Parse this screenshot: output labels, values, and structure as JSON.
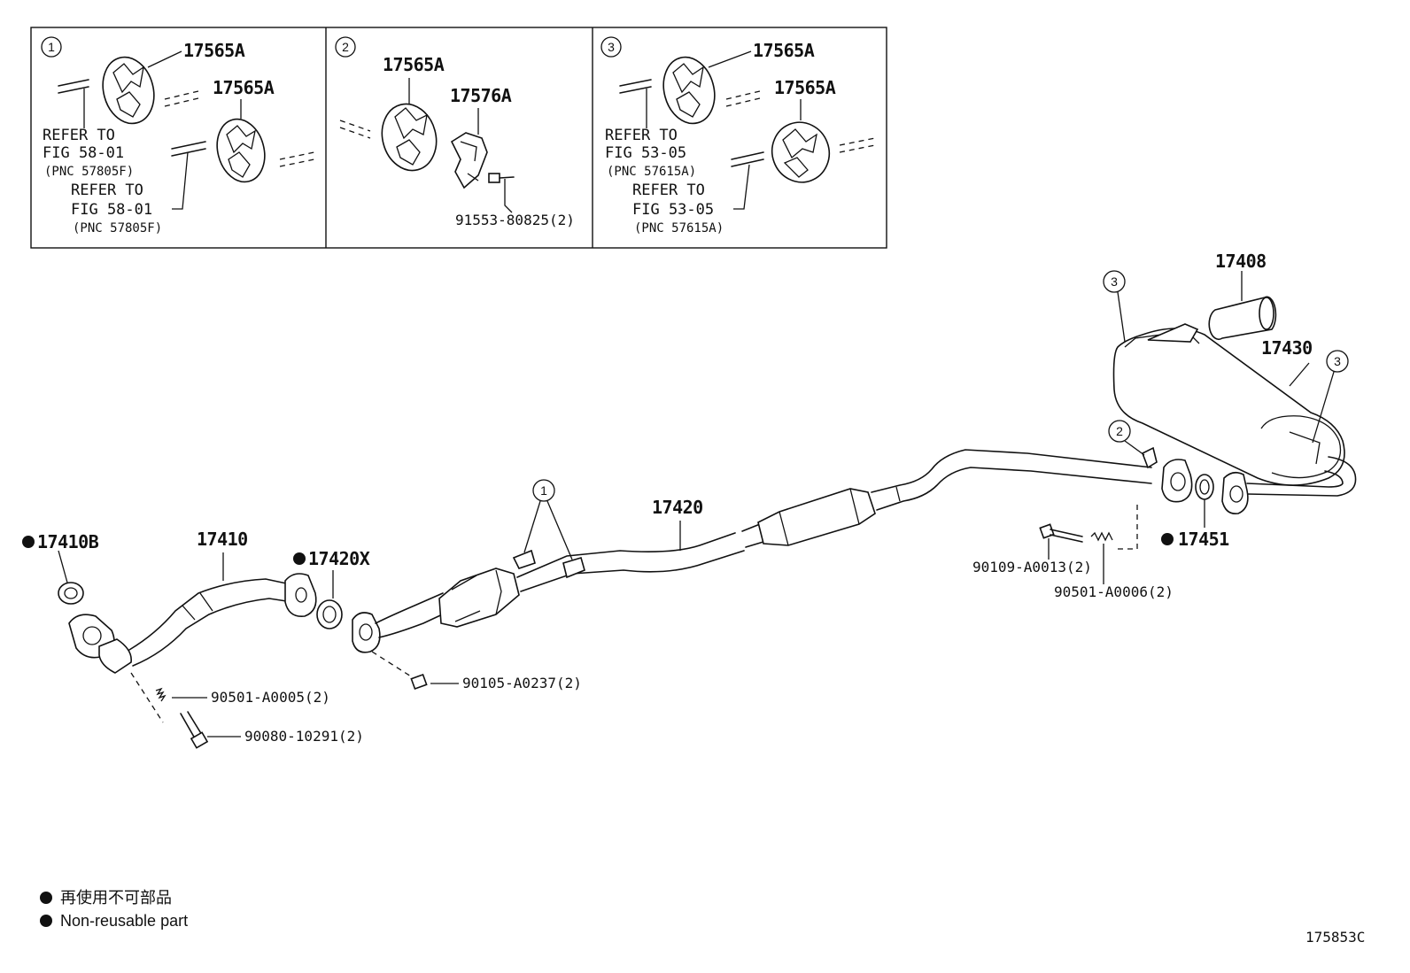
{
  "panels": [
    {
      "index": "1",
      "labels": [
        "17565A",
        "17565A"
      ],
      "refs": [
        {
          "line1": "REFER TO",
          "line2": "FIG 58-01",
          "line3": "(PNC 57805F)"
        },
        {
          "line1": "REFER TO",
          "line2": "FIG 58-01",
          "line3": "(PNC 57805F)"
        }
      ]
    },
    {
      "index": "2",
      "labels": [
        "17565A",
        "17576A",
        "91553-80825(2)"
      ]
    },
    {
      "index": "3",
      "labels": [
        "17565A",
        "17565A"
      ],
      "refs": [
        {
          "line1": "REFER TO",
          "line2": "FIG 53-05",
          "line3": "(PNC 57615A)"
        },
        {
          "line1": "REFER TO",
          "line2": "FIG 53-05",
          "line3": "(PNC 57615A)"
        }
      ]
    }
  ],
  "callouts": {
    "c1": "1",
    "c2": "2",
    "c3a": "3",
    "c3b": "3"
  },
  "parts": {
    "p17408": "17408",
    "p17430": "17430",
    "p17420": "17420",
    "p17410": "17410",
    "p17410B": "17410B",
    "p17420X": "17420X",
    "p17451": "17451",
    "p90109": "90109-A0013(2)",
    "p90501b": "90501-A0006(2)",
    "p90105": "90105-A0237(2)",
    "p90501a": "90501-A0005(2)",
    "p90080": "90080-10291(2)"
  },
  "legend": {
    "line1": "再使用不可部品",
    "line2": "Non-reusable part"
  },
  "figure_id": "175853C"
}
